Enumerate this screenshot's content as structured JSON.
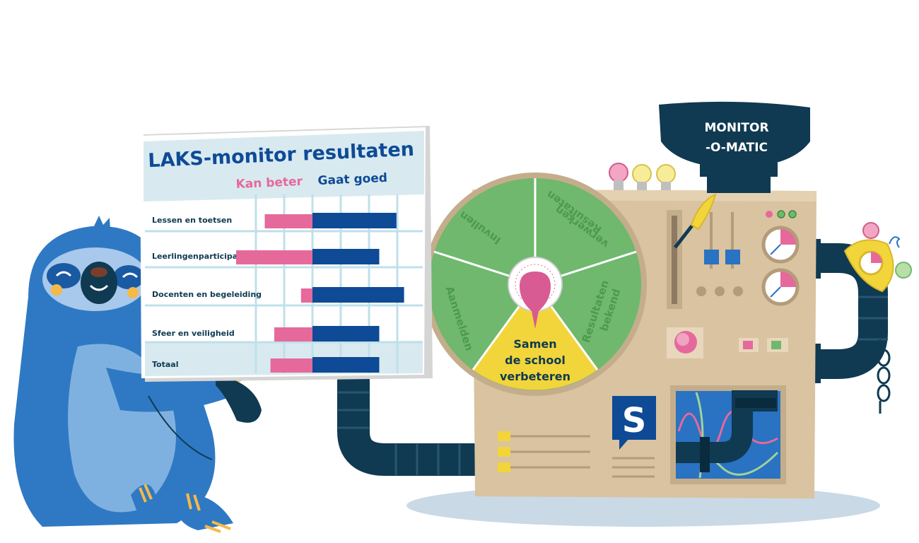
{
  "board": {
    "title": "LAKS-monitor resultaten",
    "legend_bad": "Kan beter",
    "legend_good": "Gaat goed",
    "rows": [
      {
        "label": "Lessen en toetsen",
        "kan_beter": 0.25,
        "gaat_goed": 0.44
      },
      {
        "label": "Leerlingenparticipatie",
        "kan_beter": 0.4,
        "gaat_goed": 0.35
      },
      {
        "label": "Docenten en begeleiding",
        "kan_beter": 0.06,
        "gaat_goed": 0.48
      },
      {
        "label": "Sfeer en veiligheid",
        "kan_beter": 0.2,
        "gaat_goed": 0.35
      },
      {
        "label": "Totaal",
        "kan_beter": 0.22,
        "gaat_goed": 0.35
      }
    ]
  },
  "machine": {
    "name_line1": "MONITOR",
    "name_line2": "-O-MATIC",
    "logo_letter": "S",
    "wheel": {
      "segments": [
        "Invullen",
        "Resultaten verwerken",
        "Resultaten bekend",
        "Samen de school verbeteren",
        "Aanmelden"
      ],
      "center_line1": "Samen",
      "center_line2": "de school",
      "center_line3": "verbeteren",
      "seg_invullen": "Invullen",
      "seg_verwerken_1": "Resultaten",
      "seg_verwerken_2": "verwerken",
      "seg_bekend_1": "Resultaten",
      "seg_bekend_2": "bekend",
      "seg_aanmelden": "Aanmelden"
    }
  },
  "colors": {
    "navy": "#0f3a52",
    "machine_body": "#d9c3a0",
    "wheel_green": "#6fb86e",
    "wheel_yellow": "#f2d53a",
    "pink": "#e6699c",
    "blue_bar": "#0e4a96",
    "sloth_blue": "#2f79c4"
  }
}
